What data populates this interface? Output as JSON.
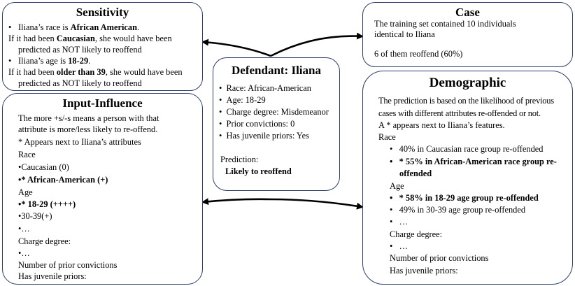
{
  "sensitivity": {
    "title": "Sensitivity",
    "bullet1": "•",
    "line1_pre": "Iliana’s race is ",
    "line1_bold": "African American",
    "line1_post": ".",
    "line2_pre": "If it had been ",
    "line2_bold": "Caucasian",
    "line2_post": ", she would have been",
    "line3": "predicted as NOT likely to reoffend",
    "bullet2": "•",
    "line4_pre": "Iliana’s age is ",
    "line4_bold": "18-29",
    "line4_post": ".",
    "line5_pre": "If it had been ",
    "line5_bold": "older than 39",
    "line5_post": ", she would have been",
    "line6": "predicted as NOT likely to reoffend"
  },
  "input_influence": {
    "title": "Input-Influence",
    "line1": "The more +s/-s means a person with that",
    "line2": "attribute is more/less likely to re-offend.",
    "line3": "*  Appears next to Iliana’s attributes",
    "race_label": "Race",
    "race_item1": "•Caucasian (0)",
    "race_item2": "•* African-American (+)",
    "age_label": "Age",
    "age_item1": "•* 18-29 (++++)",
    "age_item2": "•30-39(+)",
    "ellipsis1": "•…",
    "charge_label": "Charge degree:",
    "ellipsis2": "•…",
    "prior_label": "Number of prior convictions",
    "juvenile_label": "Has juvenile priors:"
  },
  "defendant": {
    "title": "Defendant: Iliana",
    "items": [
      "Race: African-American",
      "Age: 18-29",
      "Charge degree: Misdemeanor",
      "Prior convictions: 0",
      "Has juvenile priors: Yes"
    ],
    "prediction_label": "Prediction:",
    "prediction_value": "Likely to reoffend"
  },
  "case": {
    "title": "Case",
    "line1": "The training set contained 10 individuals",
    "line2": "identical to Iliana",
    "line3": "6 of them reoffend (60%)"
  },
  "demographic": {
    "title": "Demographic",
    "line1": "The prediction is based on the likelihood of previous",
    "line2": "cases with different attributes re-offended or not.",
    "line3": "A * appears next to Iliana’s features.",
    "race_label": "Race",
    "race_item1": "40% in Caucasian race group re-offended",
    "race_item2a": "* 55% in African-American race group re-",
    "race_item2b": "offended",
    "age_label": "Age",
    "age_item1": "* 58% in 18-29 age group re-offended",
    "age_item2": "49% in 30-39 age group re-offended",
    "ellipsis1": "…",
    "charge_label": "Charge degree:",
    "ellipsis2": "…",
    "prior_label": "Number of prior convictions",
    "juvenile_label": "Has juvenile priors:"
  }
}
